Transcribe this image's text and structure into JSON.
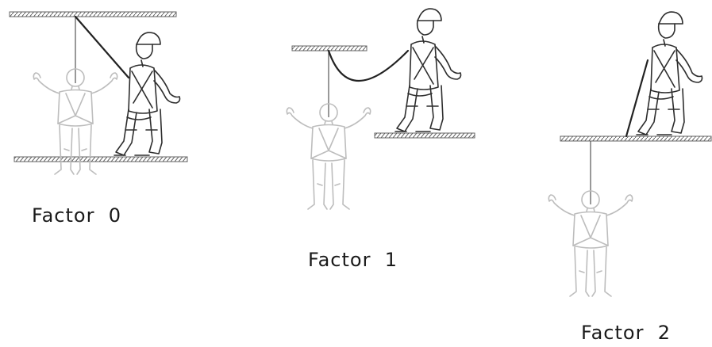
{
  "diagram": {
    "panels": [
      {
        "id": "factor-0",
        "label": "Factor  0"
      },
      {
        "id": "factor-1",
        "label": "Factor  1"
      },
      {
        "id": "factor-2",
        "label": "Factor  2"
      }
    ]
  }
}
